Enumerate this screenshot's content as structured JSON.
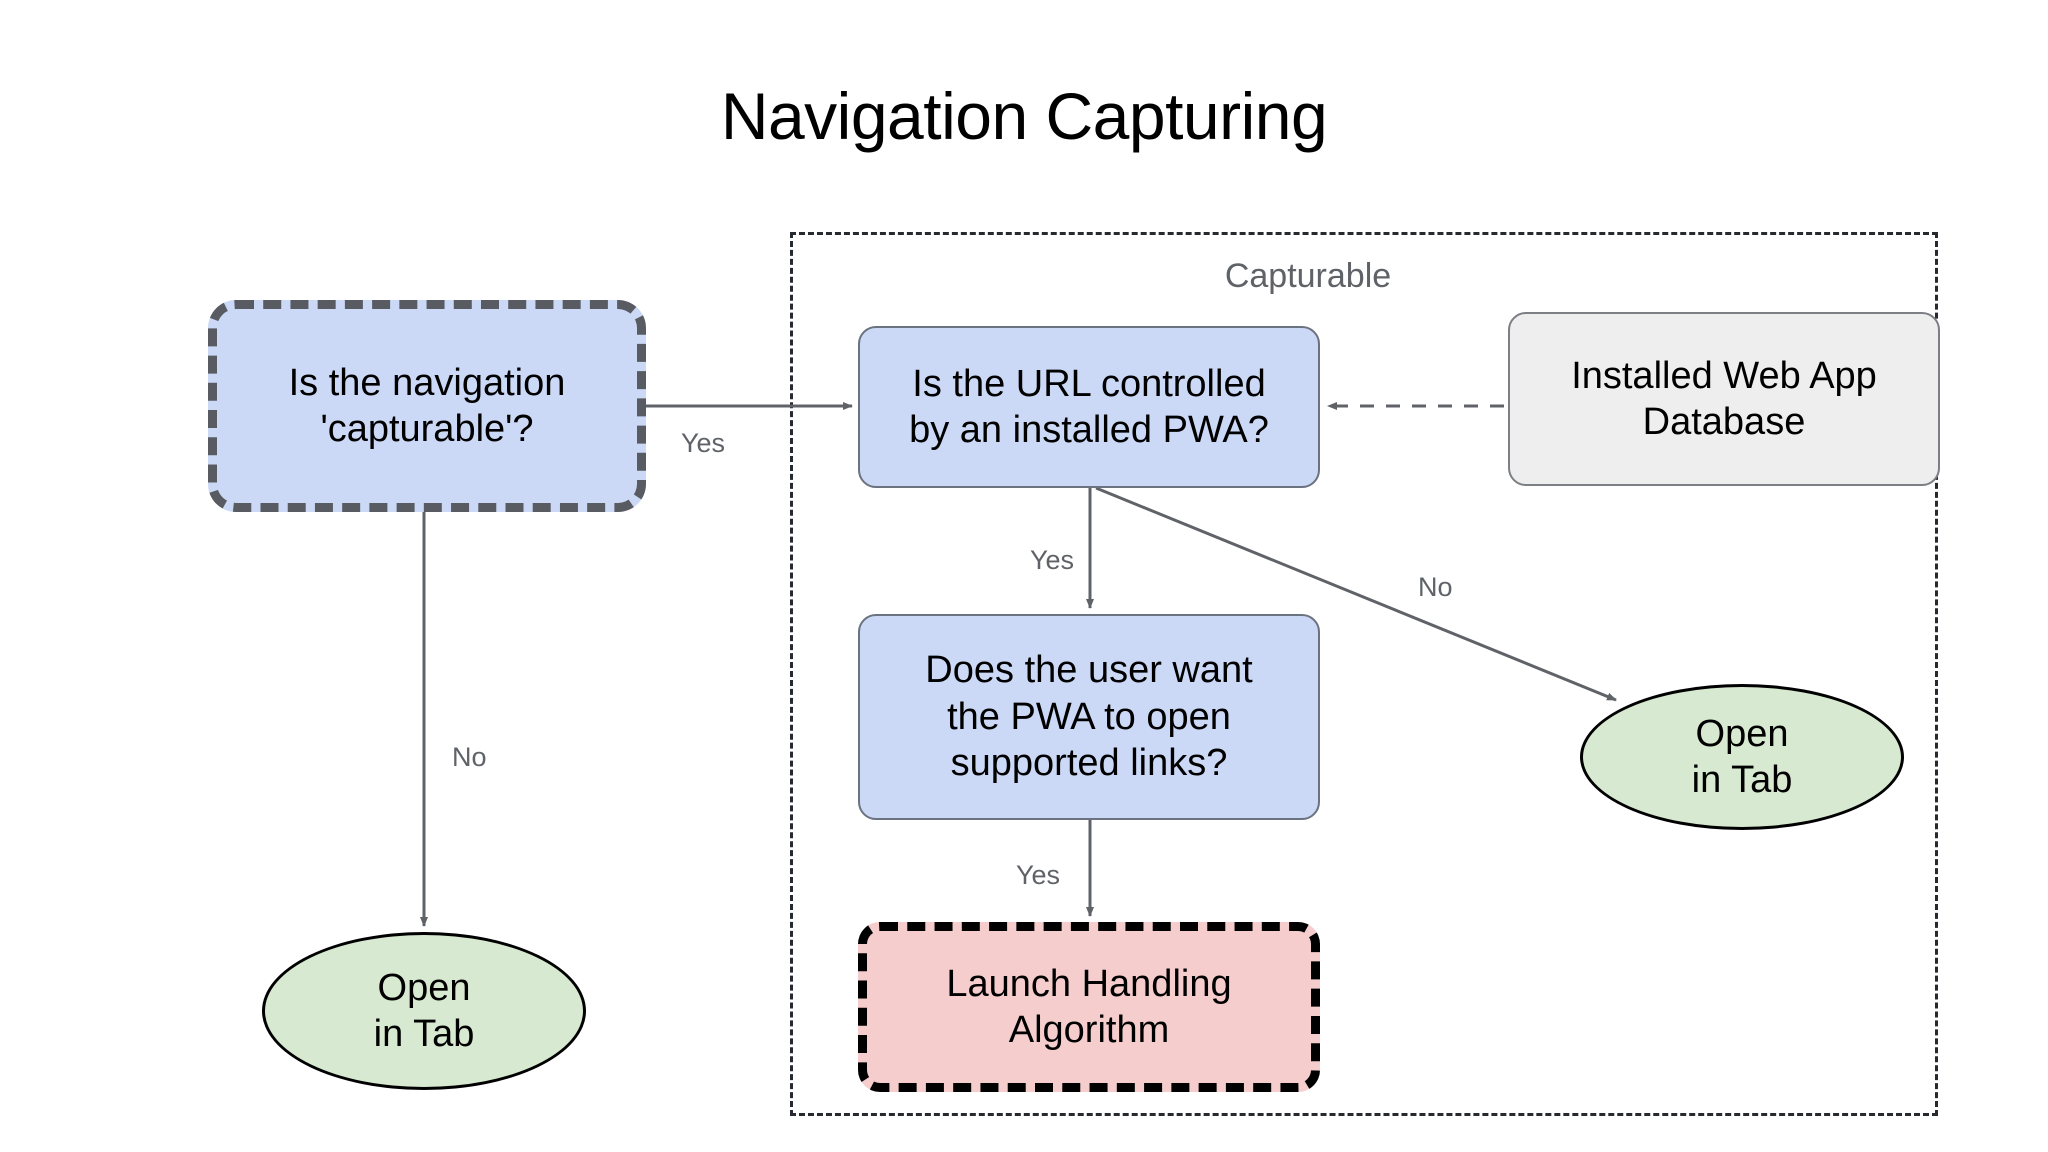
{
  "diagram": {
    "title": "Navigation Capturing",
    "type": "flowchart",
    "group": {
      "label": "Capturable",
      "border_style": "dashed"
    },
    "colors": {
      "decision_fill": "#cbd9f6",
      "datastore_fill": "#eeeeee",
      "terminal_fill": "#d7e9d1",
      "algorithm_fill": "#f5cdcd",
      "stroke": "#6b7280",
      "emphasis_stroke": "#000000",
      "label_text": "#5f6368"
    },
    "nodes": [
      {
        "id": "capturable",
        "label": "Is the navigation\n'capturable'?",
        "line1": "Is the navigation",
        "line2": "'capturable'?",
        "shape": "rounded-rect",
        "style": "blue-dashed"
      },
      {
        "id": "url-controlled",
        "label": "Is the URL controlled\nby an installed PWA?",
        "line1": "Is the URL controlled",
        "line2": "by an installed PWA?",
        "shape": "rounded-rect",
        "style": "blue"
      },
      {
        "id": "web-app-db",
        "label": "Installed Web App\nDatabase",
        "line1": "Installed Web App",
        "line2": "Database",
        "shape": "rounded-rect",
        "style": "gray"
      },
      {
        "id": "user-want",
        "label": "Does the user want\nthe PWA to open\nsupported links?",
        "line1": "Does the user want",
        "line2": "the PWA to open",
        "line3": "supported links?",
        "shape": "rounded-rect",
        "style": "blue"
      },
      {
        "id": "launch-handling",
        "label": "Launch Handling\nAlgorithm",
        "line1": "Launch Handling",
        "line2": "Algorithm",
        "shape": "rounded-rect",
        "style": "pink-dashed"
      },
      {
        "id": "open-in-tab-left",
        "label": "Open\nin Tab",
        "line1": "Open",
        "line2": "in Tab",
        "shape": "ellipse",
        "style": "green"
      },
      {
        "id": "open-in-tab-right",
        "label": "Open\nin Tab",
        "line1": "Open",
        "line2": "in Tab",
        "shape": "ellipse",
        "style": "green"
      }
    ],
    "edges": [
      {
        "from": "capturable",
        "to": "url-controlled",
        "label": "Yes",
        "style": "solid"
      },
      {
        "from": "capturable",
        "to": "open-in-tab-left",
        "label": "No",
        "style": "solid"
      },
      {
        "from": "web-app-db",
        "to": "url-controlled",
        "label": "",
        "style": "dashed"
      },
      {
        "from": "url-controlled",
        "to": "user-want",
        "label": "Yes",
        "style": "solid"
      },
      {
        "from": "url-controlled",
        "to": "open-in-tab-right",
        "label": "No",
        "style": "solid"
      },
      {
        "from": "user-want",
        "to": "launch-handling",
        "label": "Yes",
        "style": "solid"
      }
    ],
    "edge_labels": {
      "yes_1": "Yes",
      "no_1": "No",
      "yes_2": "Yes",
      "no_2": "No",
      "yes_3": "Yes"
    }
  }
}
